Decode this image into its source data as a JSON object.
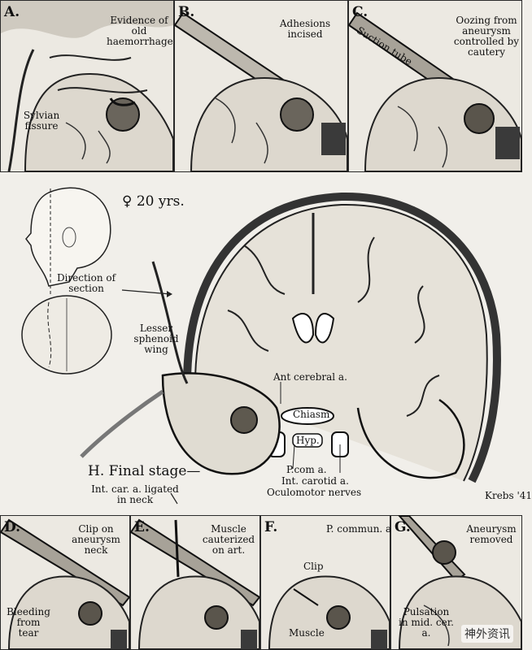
{
  "panels_top": [
    {
      "letter": "A.",
      "labels": [
        "Evidence of old haemorrhage",
        "Sylvian fissure"
      ]
    },
    {
      "letter": "B.",
      "labels": [
        "Adhesions incised"
      ]
    },
    {
      "letter": "C.",
      "labels": [
        "Oozing from aneurysm controlled by cautery",
        "Suction tube"
      ]
    }
  ],
  "center": {
    "patient": "♀ 20 yrs.",
    "direction_label": "Direction of section",
    "lesser_label": "Lesser sphenoid wing",
    "ant_cerebral": "Ant cerebral a.",
    "chiasm": "Chiasm",
    "hyp": "Hyp.",
    "p_com": "P.com a.",
    "int_carotid": "Int. carotid a.",
    "oculomotor": "Oculomotor nerves",
    "final_stage": "H. Final stage—",
    "ligated": "Int. car. a. ligated in neck",
    "signature": "Krebs '41"
  },
  "panels_bottom": [
    {
      "letter": "D.",
      "labels": [
        "Clip on aneurysm neck",
        "Bleeding from tear"
      ]
    },
    {
      "letter": "E.",
      "labels": [
        "Muscle cauterized on art."
      ]
    },
    {
      "letter": "F.",
      "labels": [
        "P. commun. a.",
        "Clip",
        "Muscle"
      ]
    },
    {
      "letter": "G.",
      "labels": [
        "Aneurysm removed",
        "Pulsation in mid. cer. a."
      ]
    }
  ],
  "watermark": "神外资讯"
}
